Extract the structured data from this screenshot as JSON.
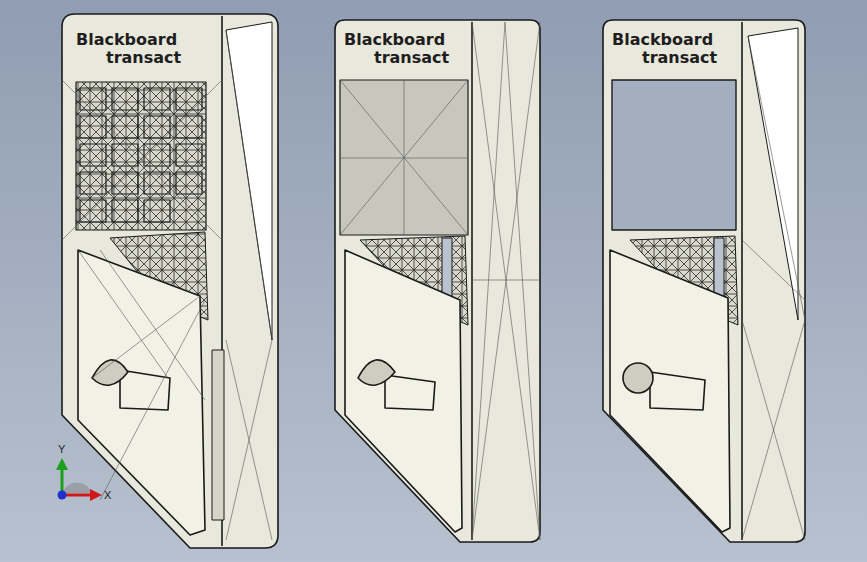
{
  "diagram": {
    "labels": [
      "Blackboard",
      "transact",
      "Blackboard",
      "transact",
      "Blackboard",
      "transact",
      "Y",
      "X"
    ]
  }
}
